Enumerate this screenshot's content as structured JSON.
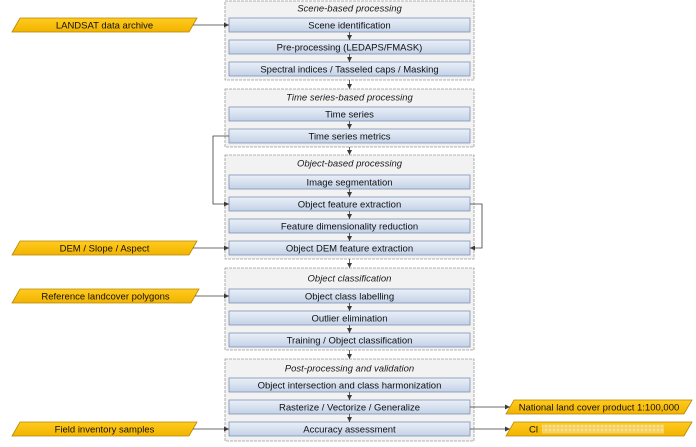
{
  "inputs": {
    "landsat": "LANDSAT data archive",
    "dem": "DEM / Slope / Aspect",
    "reference": "Reference landcover polygons",
    "field": "Field inventory samples"
  },
  "outputs": {
    "national": "National land cover product 1:100,000",
    "partial": "Cl"
  },
  "groups": [
    {
      "title": "Scene-based processing",
      "steps": [
        "Scene identification",
        "Pre-processing (LEDAPS/FMASK)",
        "Spectral indices / Tasseled caps / Masking"
      ]
    },
    {
      "title": "Time series-based processing",
      "steps": [
        "Time series",
        "Time series metrics"
      ]
    },
    {
      "title": "Object-based processing",
      "steps": [
        "Image segmentation",
        "Object feature extraction",
        "Feature dimensionality reduction",
        "Object DEM feature extraction"
      ]
    },
    {
      "title": "Object classification",
      "steps": [
        "Object class labelling",
        "Outlier elimination",
        "Training / Object classification"
      ]
    },
    {
      "title": "Post-processing and validation",
      "steps": [
        "Object intersection and class harmonization",
        "Rasterize / Vectorize / Generalize",
        "Accuracy assessment"
      ]
    }
  ],
  "colors": {
    "io_fill_top": "#ffcb1f",
    "io_fill_bottom": "#f2b300",
    "step_fill_top": "#eaf0f8",
    "step_fill_bottom": "#c3d1e7",
    "group_fill": "#f2f2f2",
    "connector": "#3b3b3b"
  }
}
